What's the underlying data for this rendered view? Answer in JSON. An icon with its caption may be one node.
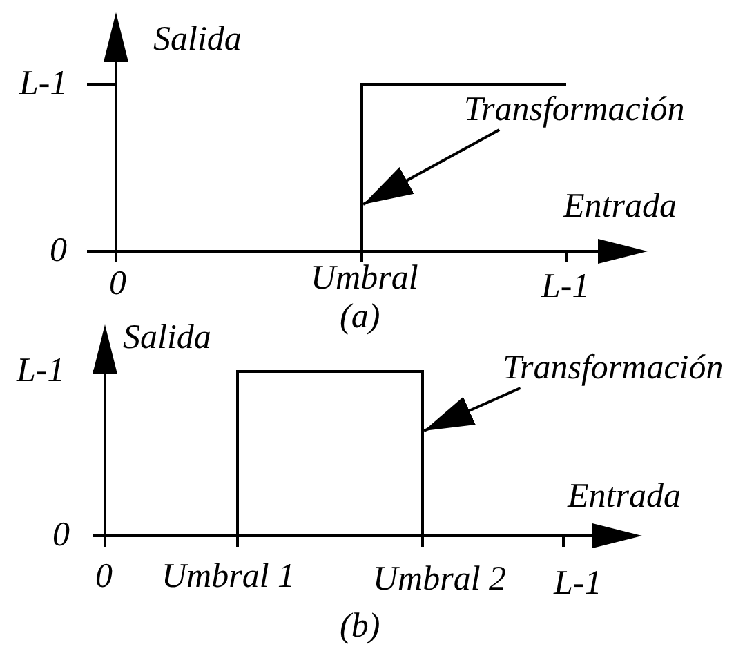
{
  "diagram": {
    "nodes": [
      {
        "text": [
          "Transformación"
        ]
      },
      {
        "text": [],
        "shape": "line"
      },
      {
        "text": [
          "Transformación"
        ]
      },
      {
        "text": [],
        "shape": "line"
      }
    ],
    "edges": [
      {
        "from": 0,
        "to": 1,
        "arrow": "to"
      },
      {
        "from": 2,
        "to": 3,
        "arrow": "to"
      }
    ],
    "labels": [
      "Salida",
      "L-1",
      "0",
      "Entrada",
      "0",
      "Umbral",
      "L-1",
      "(a)",
      "Salida",
      "L-1",
      "0",
      "Entrada",
      "0",
      "Umbral 1",
      "Umbral 2",
      "L-1",
      "(b)"
    ]
  }
}
